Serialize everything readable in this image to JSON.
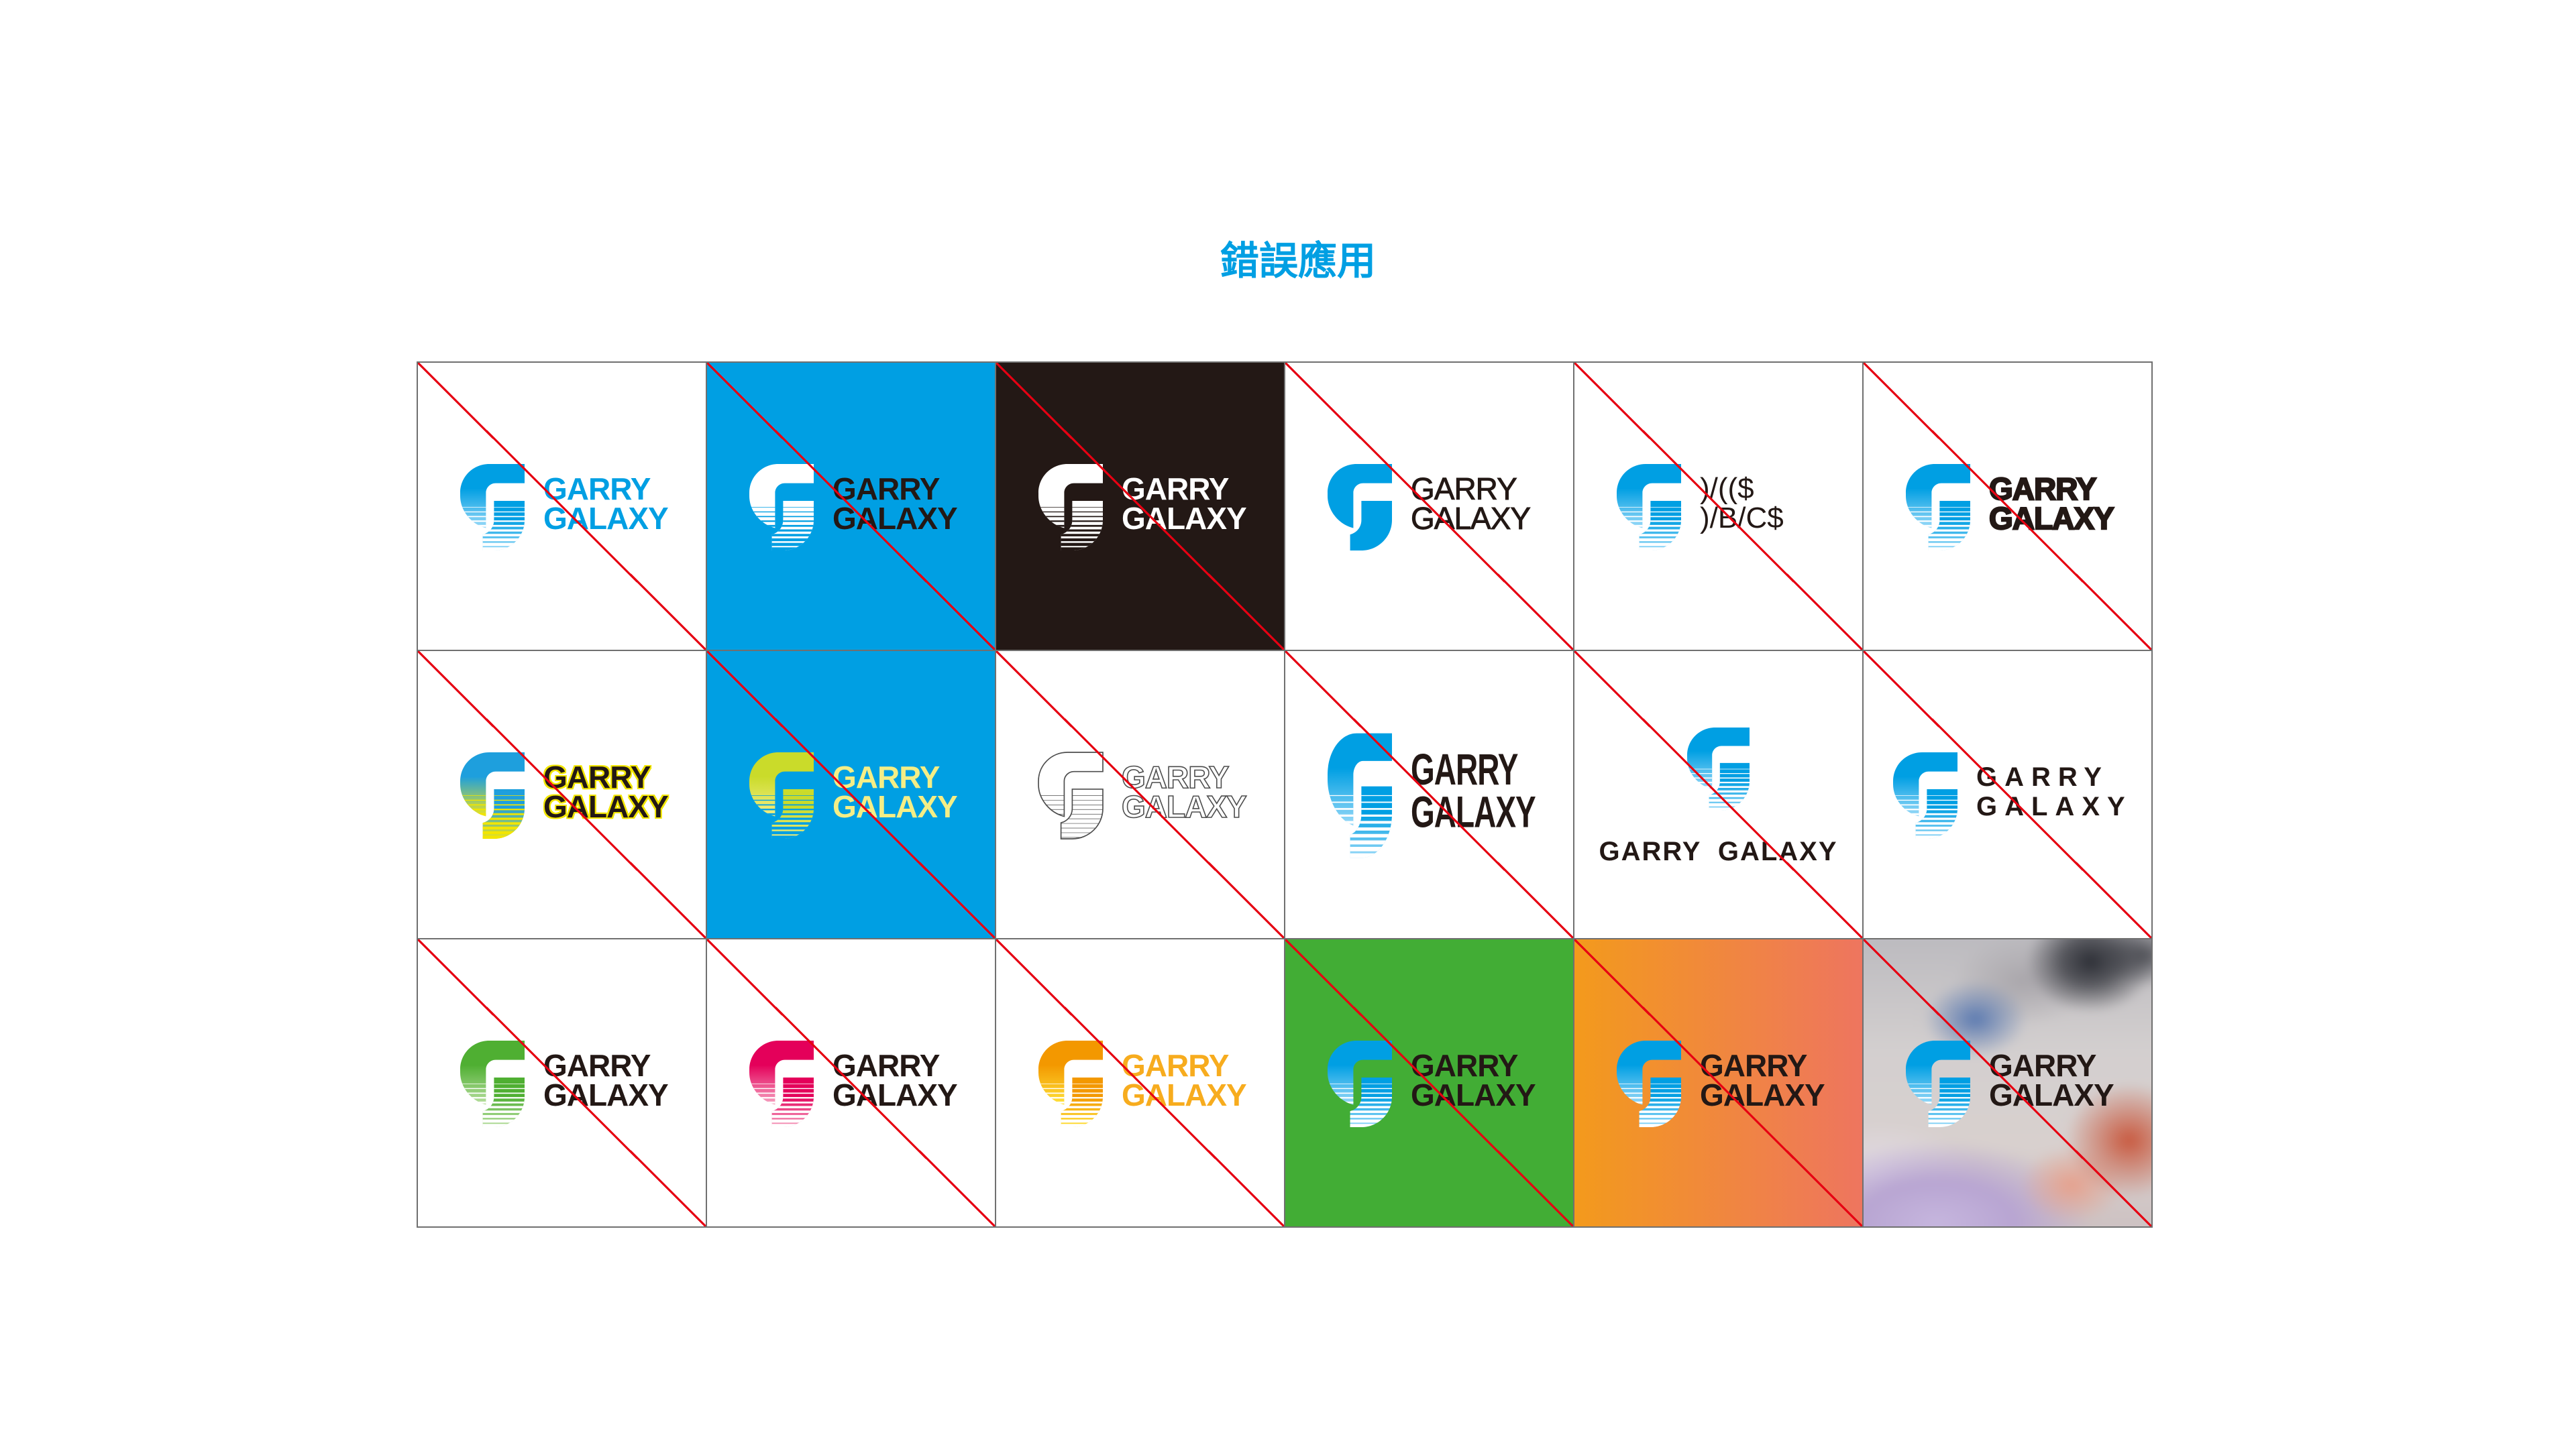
{
  "title": "錯誤應用",
  "logo_icon": "g-logo-icon",
  "colors": {
    "title": "#009FE3",
    "strike": "#E60012",
    "grid_line": "#707070"
  },
  "cells": [
    {
      "lines": [
        "GARRY",
        "GALAXY"
      ],
      "bg": "#FFFFFF",
      "icon_from": "#009FE3",
      "icon_to": "#9ADAF8",
      "stripe": "#FFFFFF",
      "text_color": "#009FE3"
    },
    {
      "lines": [
        "GARRY",
        "GALAXY"
      ],
      "bg": "#009FE3",
      "icon_from": "#FFFFFF",
      "icon_to": "#FFFFFF",
      "stripe": "#009FE3",
      "text_color": "#231815"
    },
    {
      "lines": [
        "GARRY",
        "GALAXY"
      ],
      "bg": "#231815",
      "icon_from": "#FFFFFF",
      "icon_to": "#FFFFFF",
      "stripe": "#231815",
      "text_color": "#FFFFFF"
    },
    {
      "lines": [
        "GARRY",
        "GALAXY"
      ],
      "bg": "#FFFFFF",
      "icon_from": "#009FE3",
      "icon_to": "#009FE3",
      "stripe": "#FFFFFF",
      "text_color": "#231815"
    },
    {
      "lines": [
        ")/(($",
        ")/B/C$"
      ],
      "bg": "#FFFFFF",
      "icon_from": "#009FE3",
      "icon_to": "#9ADAF8",
      "stripe": "#FFFFFF",
      "text_color": "#231815"
    },
    {
      "lines": [
        "GARRY",
        "GALAXY"
      ],
      "bg": "#FFFFFF",
      "icon_from": "#009FE3",
      "icon_to": "#9ADAF8",
      "stripe": "#FFFFFF",
      "text_color": "#231815"
    },
    {
      "lines": [
        "GARRY",
        "GALAXY"
      ],
      "bg": "#FFFFFF",
      "icon_from": "#1E9FDD",
      "icon_to": "#EEE41C",
      "stripe": "#F2E500",
      "text_color": "#231815",
      "text_glow": "#F2E600"
    },
    {
      "lines": [
        "GARRY",
        "GALAXY"
      ],
      "bg": "#009FE3",
      "icon_from": "#CADB2A",
      "icon_to": "#F4EE86",
      "stripe": "#009FE3",
      "text_color": "#F4EE86"
    },
    {
      "lines": [
        "GARRY",
        "GALAXY"
      ],
      "bg": "#FFFFFF",
      "icon_from": "#4D4D4D",
      "icon_to": "#4D4D4D",
      "stripe": "#FFFFFF",
      "text_color": "#4D4D4D"
    },
    {
      "lines": [
        "GARRY",
        "GALAXY"
      ],
      "bg": "#FFFFFF",
      "icon_from": "#009FE3",
      "icon_to": "#9ADAF8",
      "stripe": "#FFFFFF",
      "text_color": "#231815"
    },
    {
      "lines": [
        "GARRY GALAXY"
      ],
      "bg": "#FFFFFF",
      "icon_from": "#009FE3",
      "icon_to": "#9ADAF8",
      "stripe": "#FFFFFF",
      "text_color": "#231815"
    },
    {
      "lines": [
        "GARRY",
        "GALAXY"
      ],
      "bg": "#FFFFFF",
      "icon_from": "#009FE3",
      "icon_to": "#9ADAF8",
      "stripe": "#FFFFFF",
      "text_color": "#231815"
    },
    {
      "lines": [
        "GARRY",
        "GALAXY"
      ],
      "bg": "#FFFFFF",
      "icon_from": "#4FAF32",
      "icon_to": "#B9DFA0",
      "stripe": "#FFFFFF",
      "text_color": "#231815"
    },
    {
      "lines": [
        "GARRY",
        "GALAXY"
      ],
      "bg": "#FFFFFF",
      "icon_from": "#E4005A",
      "icon_to": "#F6A5C2",
      "stripe": "#FFFFFF",
      "text_color": "#231815"
    },
    {
      "lines": [
        "GARRY",
        "GALAXY"
      ],
      "bg": "#FFFFFF",
      "icon_from": "#F39800",
      "icon_to": "#FFE33B",
      "stripe": "#FFFFFF",
      "text_color": "#F7AC1E"
    },
    {
      "lines": [
        "GARRY",
        "GALAXY"
      ],
      "bg": "#42AD35",
      "icon_from": "#009FE3",
      "icon_to": "#9ADAF8",
      "stripe": "#FFFFFF",
      "text_color": "#231815"
    },
    {
      "lines": [
        "GARRY",
        "GALAXY"
      ],
      "bg": "#F39A1C",
      "bg_to": "#EE755F",
      "icon_from": "#009FE3",
      "icon_to": "#9ADAF8",
      "stripe": "#FFFFFF",
      "text_color": "#231815"
    },
    {
      "lines": [
        "GARRY",
        "GALAXY"
      ],
      "bg": "#CFC9C8",
      "icon_from": "#009FE3",
      "icon_to": "#9ADAF8",
      "stripe": "#FFFFFF",
      "text_color": "#231815"
    }
  ]
}
